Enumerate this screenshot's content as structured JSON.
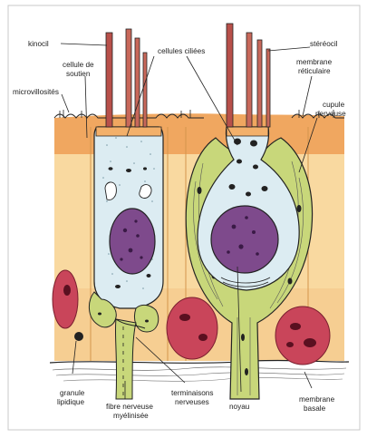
{
  "labels": {
    "kinocil": "kinocil",
    "cellule_de_soutien_1": "cellule de",
    "cellule_de_soutien_2": "soutien",
    "cellules_ciliees": "cellules ciliées",
    "stereocil": "stéréocil",
    "membrane_reticulaire_1": "membrane",
    "membrane_reticulaire_2": "réticulaire",
    "microvillosites": "microvillosités",
    "cupule_nerveuse_1": "cupule",
    "cupule_nerveuse_2": "nerveuse",
    "granule_lipidique_1": "granule",
    "granule_lipidique_2": "lipidique",
    "fibre_nerveuse_1": "fibre nerveuse",
    "fibre_nerveuse_2": "myélinisée",
    "terminaisons_1": "terminaisons",
    "terminaisons_2": "nerveuses",
    "noyau": "noyau",
    "membrane_basale_1": "membrane",
    "membrane_basale_2": "basale"
  },
  "colors": {
    "tissue_orange": "#f3b06a",
    "tissue_pale": "#f9dca3",
    "cell_light_blue": "#dceef3",
    "nucleus_purple": "#7e4a8c",
    "cupule_green": "#c8d77a",
    "hair_red": "#b8504a",
    "support_nucleus_red": "#c9455a",
    "outline": "#222222"
  }
}
